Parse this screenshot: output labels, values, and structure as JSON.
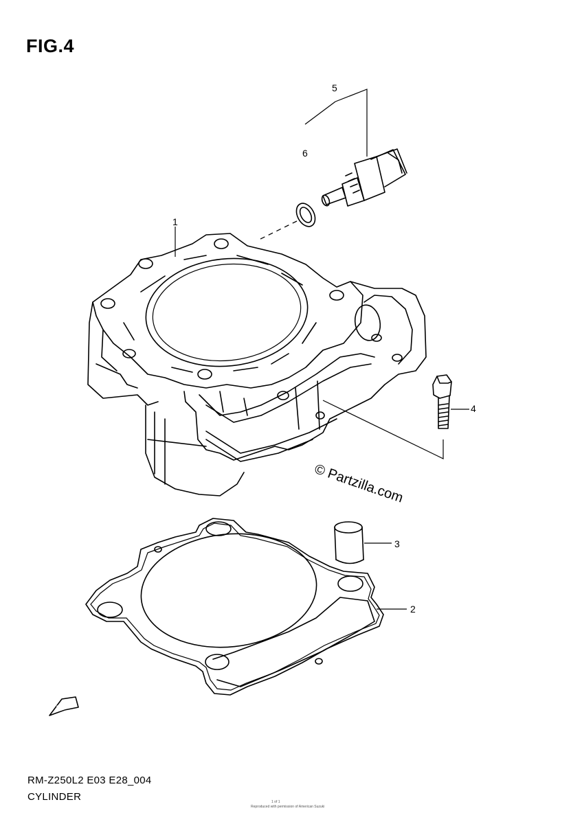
{
  "figure": {
    "title": "FIG.4"
  },
  "callouts": {
    "c1": "1",
    "c2": "2",
    "c3": "3",
    "c4": "4",
    "c5": "5",
    "c6": "6"
  },
  "watermark": {
    "text": "© Partzilla.com"
  },
  "footer": {
    "diagram_code": "RM-Z250L2 E03 E28_004",
    "section_name": "CYLINDER"
  },
  "fine_print": {
    "page_ref": "1 of 1",
    "copyright": "Reproduced with permission of American Suzuki"
  }
}
